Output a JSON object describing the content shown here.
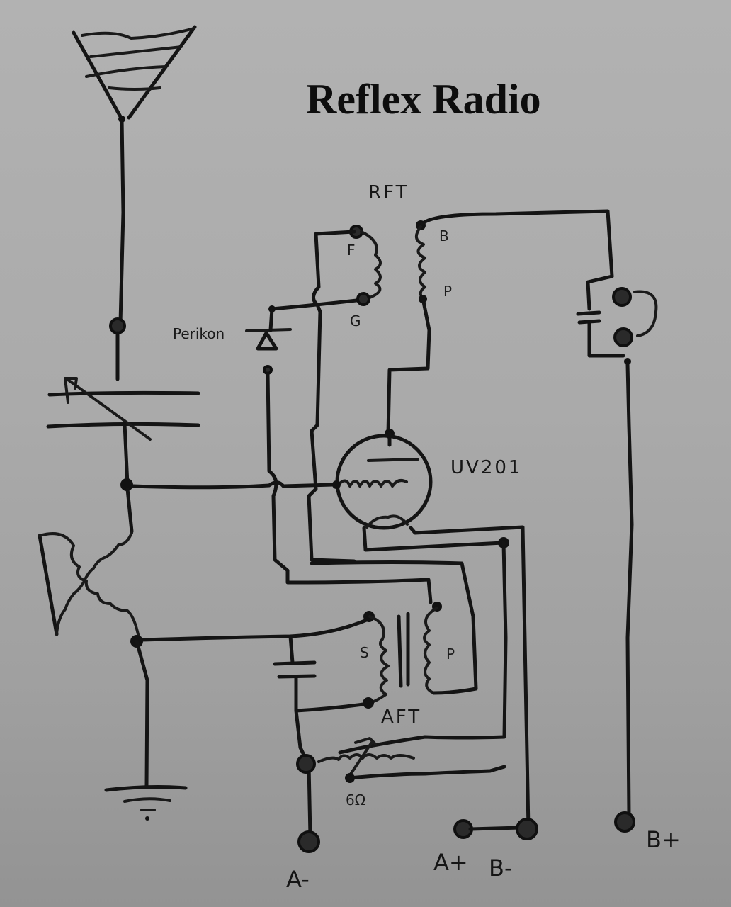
{
  "title": "Reflex Radio",
  "colors": {
    "paper": "#aaaaaa",
    "ink": "#141414"
  },
  "components": {
    "antenna": {
      "label": "",
      "icon": "antenna-icon"
    },
    "variable_capacitor": {
      "icon": "variable-capacitor-icon"
    },
    "variometer": {
      "icon": "variometer-coil-icon"
    },
    "ground": {
      "icon": "ground-icon"
    },
    "crystal_detector": {
      "label": "Perikon",
      "icon": "diode-icon"
    },
    "rf_transformer": {
      "label": "RFT",
      "primary_terminals": [
        "B",
        "P"
      ],
      "secondary_terminals": [
        "F",
        "G"
      ]
    },
    "tube": {
      "label": "UV201",
      "icon": "triode-tube-icon"
    },
    "af_transformer": {
      "label": "AFT",
      "primary_label": "P",
      "secondary_label": "S"
    },
    "bypass_capacitor": {
      "icon": "capacitor-icon"
    },
    "phones": {
      "icon": "headphone-jack-icon"
    },
    "rheostat": {
      "label": "6Ω",
      "icon": "rheostat-icon"
    }
  },
  "terminals": {
    "a_minus": "A-",
    "a_plus": "A+",
    "b_minus": "B-",
    "b_plus": "B+"
  }
}
